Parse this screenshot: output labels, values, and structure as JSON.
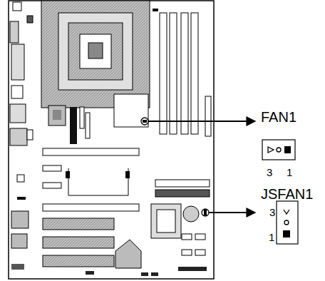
{
  "diagram": {
    "labels": [
      "FAN1",
      "3",
      "1",
      "JSFAN1",
      "3",
      "1"
    ]
  }
}
